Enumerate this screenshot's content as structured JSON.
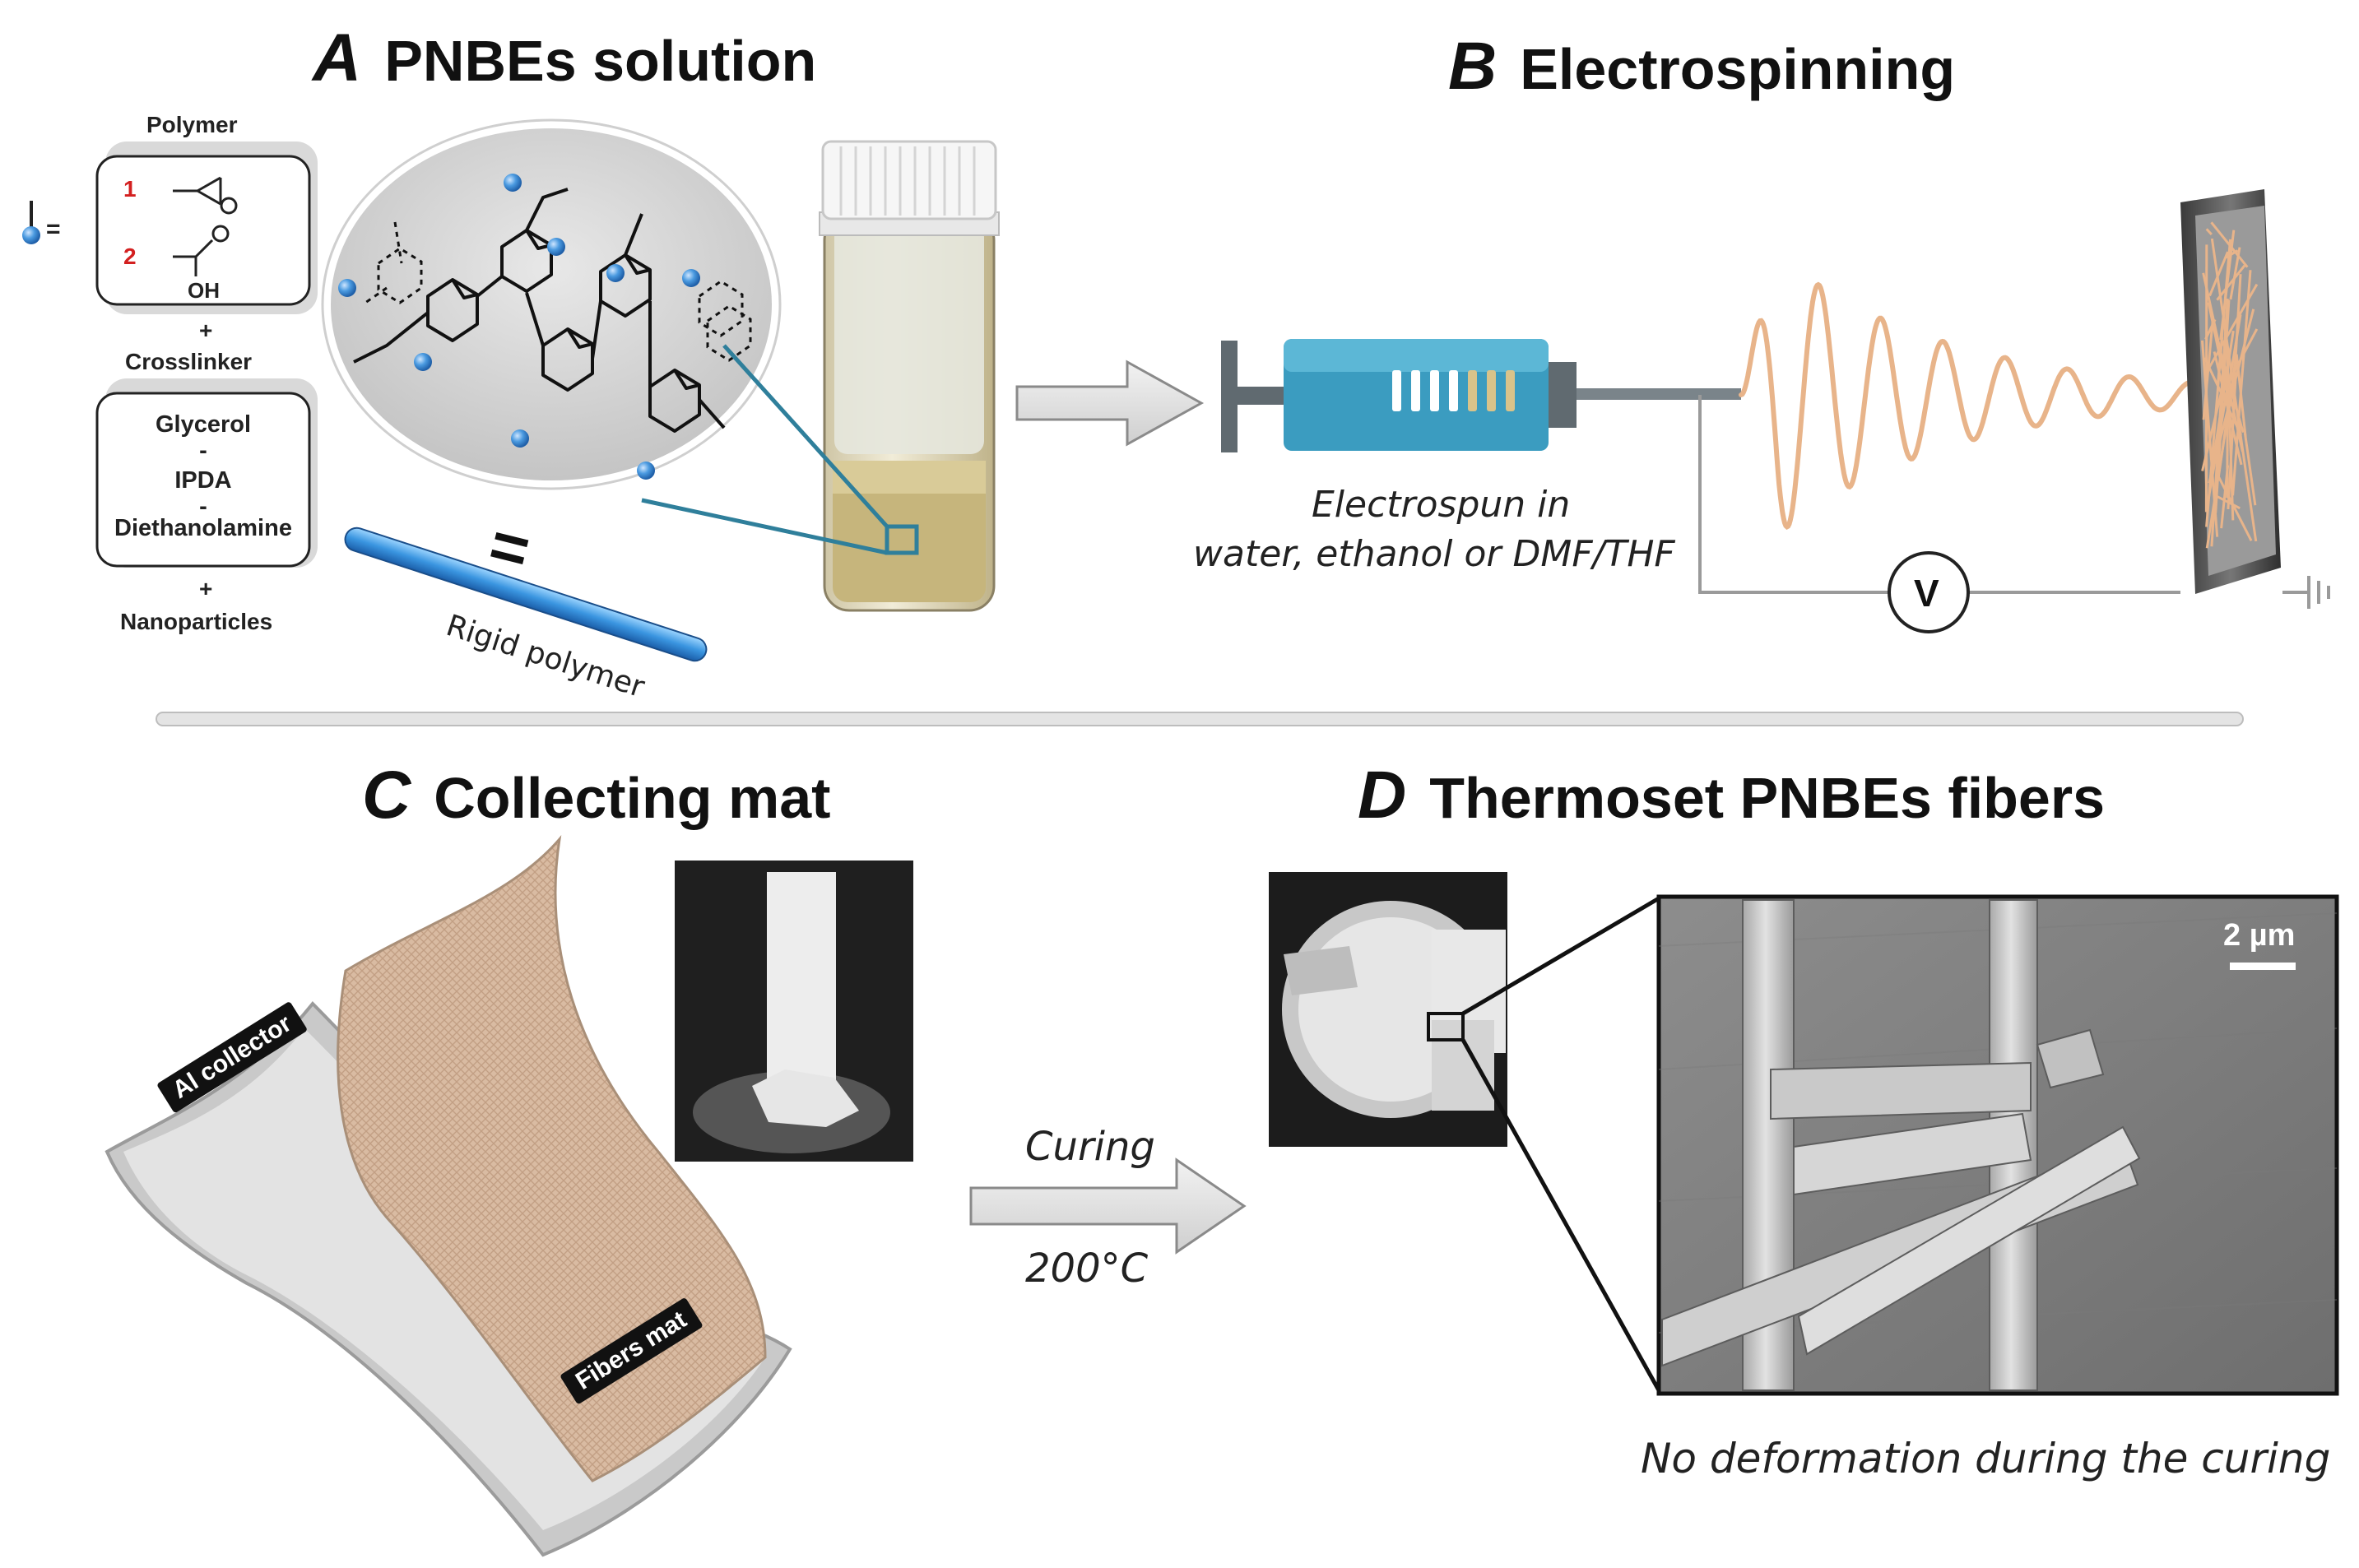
{
  "panels": {
    "a": {
      "letter": "A",
      "title": "PNBEs solution"
    },
    "b": {
      "letter": "B",
      "title": "Electrospinning"
    },
    "c": {
      "letter": "C",
      "title": "Collecting mat"
    },
    "d": {
      "letter": "D",
      "title": "Thermoset PNBEs fibers"
    }
  },
  "legend": {
    "equals": "=",
    "polymer_heading": "Polymer",
    "item1_num": "1",
    "item2_num": "2",
    "oh": "OH",
    "plus1": "+",
    "crosslinker_heading": "Crosslinker",
    "crosslinkers": [
      "Glycerol",
      "-",
      "IPDA",
      "-",
      "Diethanolamine"
    ],
    "plus2": "+",
    "nanoparticles": "Nanoparticles"
  },
  "rigid": {
    "equals": "=",
    "label": "Rigid polymer"
  },
  "electrospin": {
    "note_line1": "Electrospun in",
    "note_line2": "water, ethanol or DMF/THF",
    "voltmeter": "V"
  },
  "mat": {
    "al_collector": "Al collector",
    "fibers_mat": "Fibers mat"
  },
  "curing": {
    "label": "Curing",
    "temp": "200°C"
  },
  "sem": {
    "scalebar": "2 µm"
  },
  "caption": "No deformation during the curing",
  "colors": {
    "fiber": "#e8b48a",
    "syringe": "#3b9cc0",
    "mat": "#d8b9a0",
    "bead": "#4a9ae0",
    "number_red": "#d32020"
  }
}
